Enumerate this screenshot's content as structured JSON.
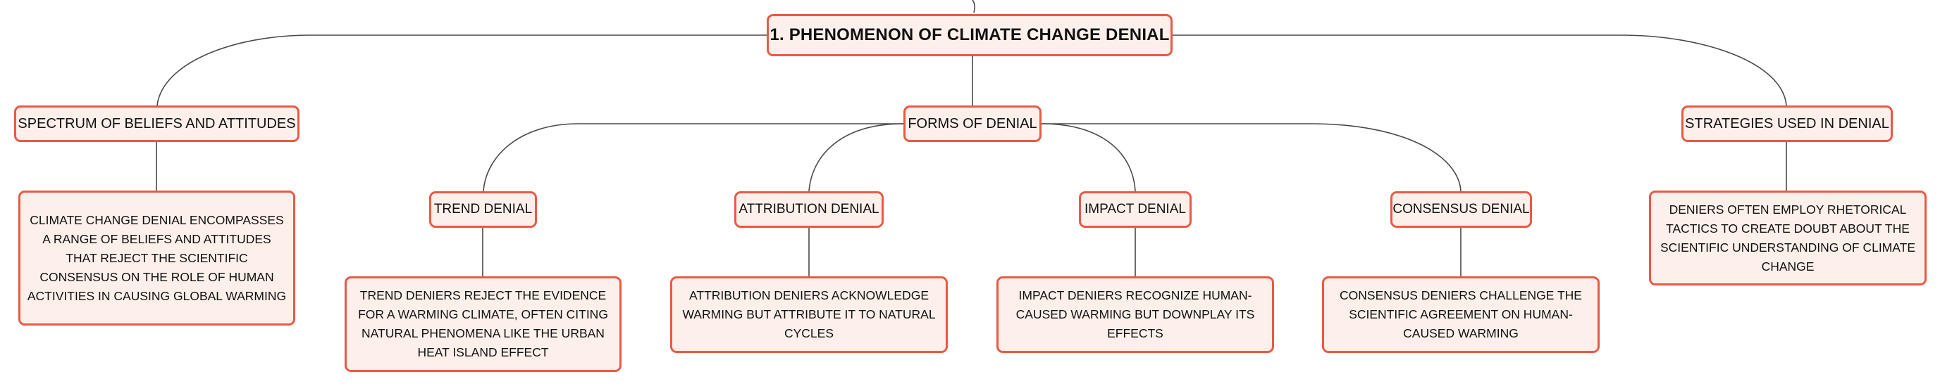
{
  "mindmap": {
    "root": {
      "label": "1. PHENOMENON OF CLIMATE CHANGE DENIAL"
    },
    "branches": [
      {
        "label": "SPECTRUM OF BELIEFS AND ATTITUDES",
        "detail": "CLIMATE CHANGE DENIAL ENCOMPASSES A RANGE OF BELIEFS AND ATTITUDES THAT REJECT THE SCIENTIFIC CONSENSUS ON THE ROLE OF HUMAN ACTIVITIES IN CAUSING GLOBAL WARMING"
      },
      {
        "label": "FORMS OF DENIAL",
        "children": [
          {
            "label": "TREND DENIAL",
            "detail": "TREND DENIERS REJECT THE EVIDENCE FOR A WARMING CLIMATE, OFTEN CITING NATURAL PHENOMENA LIKE THE URBAN HEAT ISLAND EFFECT"
          },
          {
            "label": "ATTRIBUTION DENIAL",
            "detail": "ATTRIBUTION DENIERS ACKNOWLEDGE WARMING BUT ATTRIBUTE IT TO NATURAL CYCLES"
          },
          {
            "label": "IMPACT DENIAL",
            "detail": "IMPACT DENIERS RECOGNIZE HUMAN-CAUSED WARMING BUT DOWNPLAY ITS EFFECTS"
          },
          {
            "label": "CONSENSUS DENIAL",
            "detail": "CONSENSUS DENIERS CHALLENGE THE SCIENTIFIC AGREEMENT ON HUMAN-CAUSED WARMING"
          }
        ]
      },
      {
        "label": "STRATEGIES USED IN DENIAL",
        "detail": "DENIERS OFTEN EMPLOY RHETORICAL TACTICS TO CREATE DOUBT ABOUT THE SCIENTIFIC UNDERSTANDING OF CLIMATE CHANGE"
      }
    ]
  },
  "colors": {
    "node_border": "#e85a45",
    "node_fill": "#fdf0eb",
    "connector": "#4a4a4a",
    "text": "#111111"
  }
}
